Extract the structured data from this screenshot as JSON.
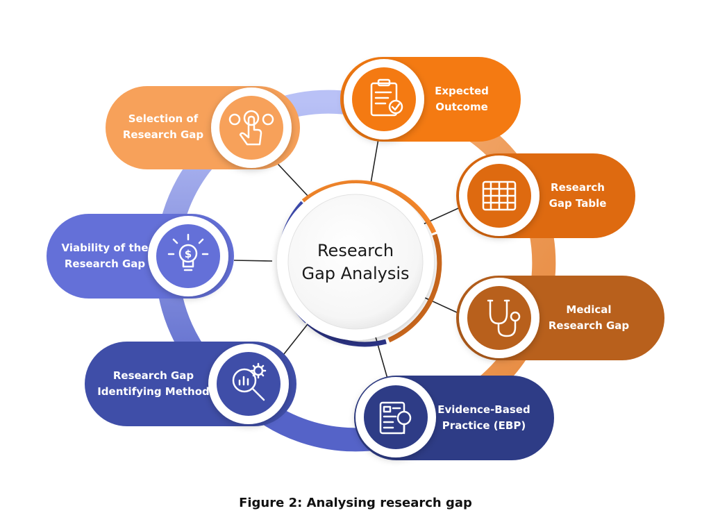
{
  "center": {
    "line1": "Research",
    "line2": "Gap Analysis"
  },
  "nodes": [
    {
      "id": "selection",
      "line1": "Selection of",
      "line2": "Research Gap",
      "color": "#F7A15A",
      "icon": "touch-click-icon"
    },
    {
      "id": "expected",
      "line1": "Expected",
      "line2": "Outcome",
      "color": "#F47A12",
      "icon": "clipboard-check-icon"
    },
    {
      "id": "table",
      "line1": "Research",
      "line2": "Gap Table",
      "color": "#DE6A10",
      "icon": "table-grid-icon"
    },
    {
      "id": "medical",
      "line1": "Medical",
      "line2": "Research Gap",
      "color": "#B8601C",
      "icon": "stethoscope-icon"
    },
    {
      "id": "ebp",
      "line1": "Evidence-Based",
      "line2": "Practice (EBP)",
      "color": "#2E3C86",
      "icon": "document-search-icon"
    },
    {
      "id": "method",
      "line1": "Research Gap",
      "line2": "Identifying Method",
      "color": "#3F4EA8",
      "icon": "analytics-gear-icon"
    },
    {
      "id": "viability",
      "line1": "Viability of the",
      "line2": "Research Gap",
      "color": "#6470D8",
      "icon": "dollar-bulb-icon"
    }
  ],
  "caption": "Figure 2: Analysing research gap"
}
